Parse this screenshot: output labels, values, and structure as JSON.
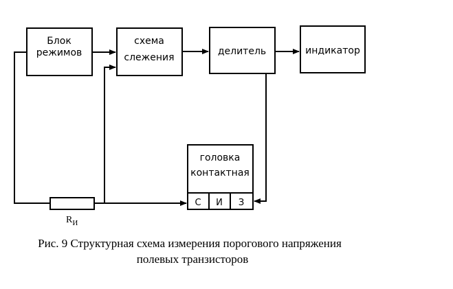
{
  "blocks": {
    "mode_unit": {
      "line1": "Блок",
      "line2": "режимов"
    },
    "tracking_circuit": {
      "line1": "схема",
      "line2": "слежения"
    },
    "divider": {
      "label": "делитель"
    },
    "indicator": {
      "label": "индикатор"
    },
    "contact_head": {
      "line1": "головка",
      "line2": "контактная",
      "pins": [
        "С",
        "И",
        "З"
      ]
    }
  },
  "resistor": {
    "label": "R",
    "subscript": "И"
  },
  "caption": {
    "line1": "Рис. 9 Структурная схема измерения порогового напряжения",
    "line2": "полевых транзисторов"
  }
}
